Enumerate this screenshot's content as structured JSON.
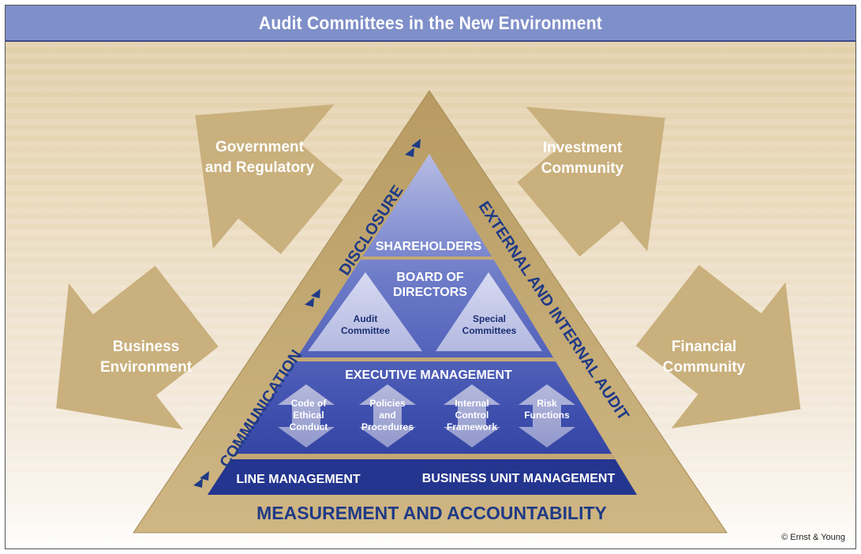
{
  "title": "Audit Committees in the New Environment",
  "influences": [
    {
      "id": "government",
      "lines": [
        "Government",
        "and Regulatory"
      ]
    },
    {
      "id": "investment",
      "lines": [
        "Investment",
        "Community"
      ]
    },
    {
      "id": "business",
      "lines": [
        "Business",
        "Environment"
      ]
    },
    {
      "id": "financial",
      "lines": [
        "Financial",
        "Community"
      ]
    }
  ],
  "frame": {
    "left_side": [
      "Communication",
      "Disclosure"
    ],
    "left_side_upper": "DISCLOSURE",
    "left_side_lower": "COMMUNICATION",
    "right_side": "EXTERNAL AND INTERNAL AUDIT",
    "base": "MEASUREMENT AND ACCOUNTABILITY"
  },
  "pyramid": {
    "shareholders": "SHAREHOLDERS",
    "board_lines": [
      "BOARD OF",
      "DIRECTORS"
    ],
    "audit_committee_lines": [
      "Audit",
      "Committee"
    ],
    "special_committees_lines": [
      "Special",
      "Committees"
    ],
    "executive_management": "EXECUTIVE MANAGEMENT",
    "executive_items": [
      {
        "lines": [
          "Code of",
          "Ethical",
          "Conduct"
        ]
      },
      {
        "lines": [
          "Policies",
          "and",
          "Procedures"
        ]
      },
      {
        "lines": [
          "Internal",
          "Control",
          "Framework"
        ]
      },
      {
        "lines": [
          "Risk",
          "Functions"
        ]
      }
    ],
    "line_management": "LINE MANAGEMENT",
    "business_unit_management": "BUSINESS UNIT MANAGEMENT"
  },
  "copyright": "© Ernst & Young",
  "colors": {
    "title_bar": "#7f8fc9",
    "frame_gold": "#c3a874",
    "arrow_gold": "#c9b07d",
    "navy": "#1f3a86"
  }
}
